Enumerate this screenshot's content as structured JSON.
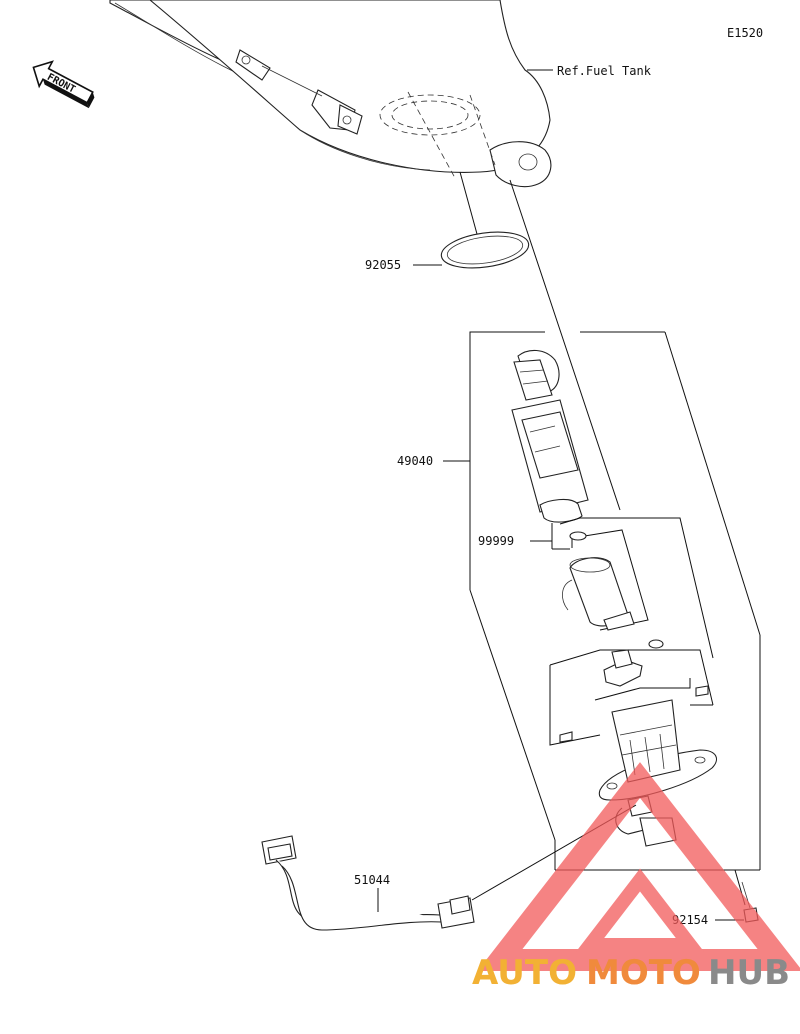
{
  "diagram_code": "E1520",
  "front_indicator": "FRONT",
  "reference_label": "Ref.Fuel Tank",
  "parts": [
    {
      "number": "92055"
    },
    {
      "number": "49040"
    },
    {
      "number": "99999"
    },
    {
      "number": "51044"
    },
    {
      "number": "92154"
    }
  ],
  "watermark": {
    "part1": "AUTO",
    "part2": "MOTO",
    "part3": "HUB",
    "color_primary": "#f2b134",
    "color_secondary": "#f08a3c",
    "color_tertiary": "#8a8a8a",
    "logo_color": "#f25a5a"
  }
}
